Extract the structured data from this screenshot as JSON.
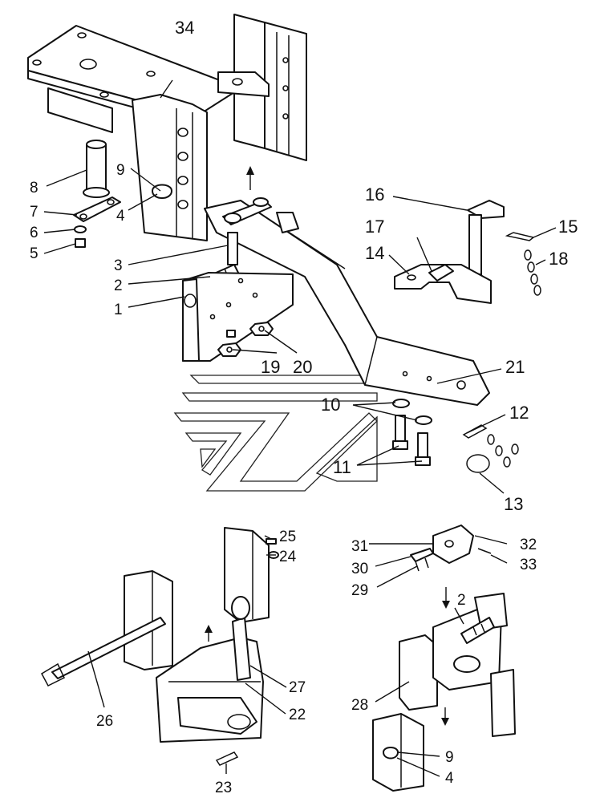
{
  "callouts": {
    "c1": "1",
    "c2": "2",
    "c3": "3",
    "c4": "4",
    "c5": "5",
    "c6": "6",
    "c7": "7",
    "c8": "8",
    "c9": "9",
    "c10": "10",
    "c11": "11",
    "c12": "12",
    "c13": "13",
    "c14": "14",
    "c15": "15",
    "c16": "16",
    "c17": "17",
    "c18": "18",
    "c19": "19",
    "c20": "20",
    "c21": "21",
    "c22": "22",
    "c23": "23",
    "c24": "24",
    "c25": "25",
    "c26": "26",
    "c27": "27",
    "c28": "28",
    "c29": "29",
    "c30": "30",
    "c31": "31",
    "c32": "32",
    "c33": "33",
    "c34": "34",
    "c2b": "2",
    "c9b": "9",
    "c4b": "4"
  }
}
